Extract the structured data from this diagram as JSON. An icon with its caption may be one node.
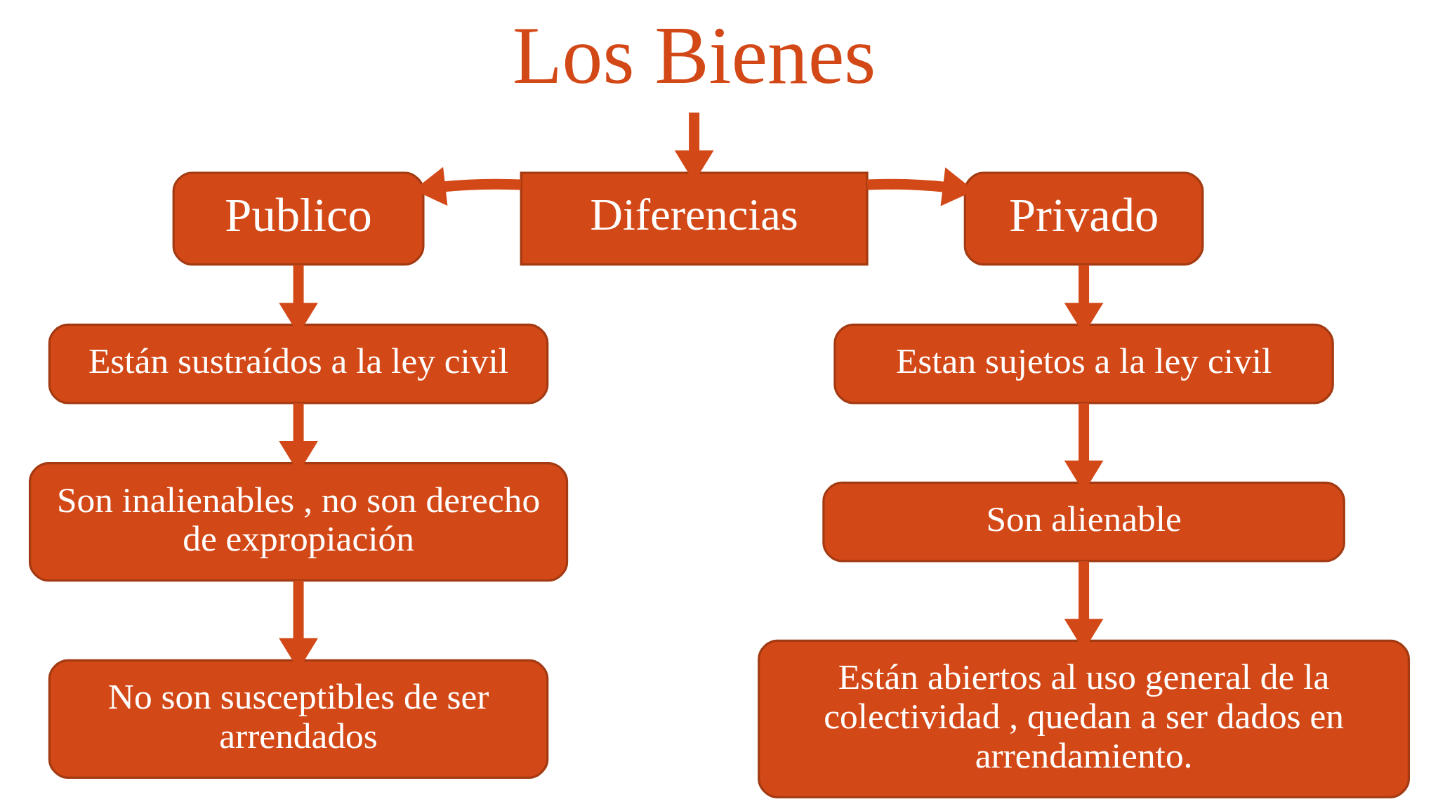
{
  "diagram": {
    "nodes": [
      {
        "text": [
          "Los Bienes"
        ]
      },
      {
        "text": [
          "Diferencias"
        ]
      },
      {
        "text": [
          "Publico"
        ]
      },
      {
        "text": [
          "Privado"
        ]
      },
      {
        "text": [
          "Están sustraídos a la ley civil"
        ]
      },
      {
        "text": [
          "Son inalienables , no son derecho de expropiación"
        ]
      },
      {
        "text": [
          "No son susceptibles de ser arrendados"
        ]
      },
      {
        "text": [
          "Estan sujetos a la ley civil"
        ]
      },
      {
        "text": [
          "Son alienable"
        ]
      },
      {
        "text": [
          "Están abiertos al uso general de la colectividad , quedan a ser dados en arrendamiento."
        ]
      }
    ],
    "edges": [
      {
        "from": 0,
        "to": 1,
        "arrow": "to"
      },
      {
        "from": 1,
        "to": 2,
        "arrow": "to"
      },
      {
        "from": 1,
        "to": 3,
        "arrow": "to"
      },
      {
        "from": 2,
        "to": 4,
        "arrow": "to"
      },
      {
        "from": 4,
        "to": 5,
        "arrow": "to"
      },
      {
        "from": 5,
        "to": 6,
        "arrow": "to"
      },
      {
        "from": 3,
        "to": 7,
        "arrow": "to"
      },
      {
        "from": 7,
        "to": 8,
        "arrow": "to"
      },
      {
        "from": 8,
        "to": 9,
        "arrow": "to"
      }
    ]
  }
}
